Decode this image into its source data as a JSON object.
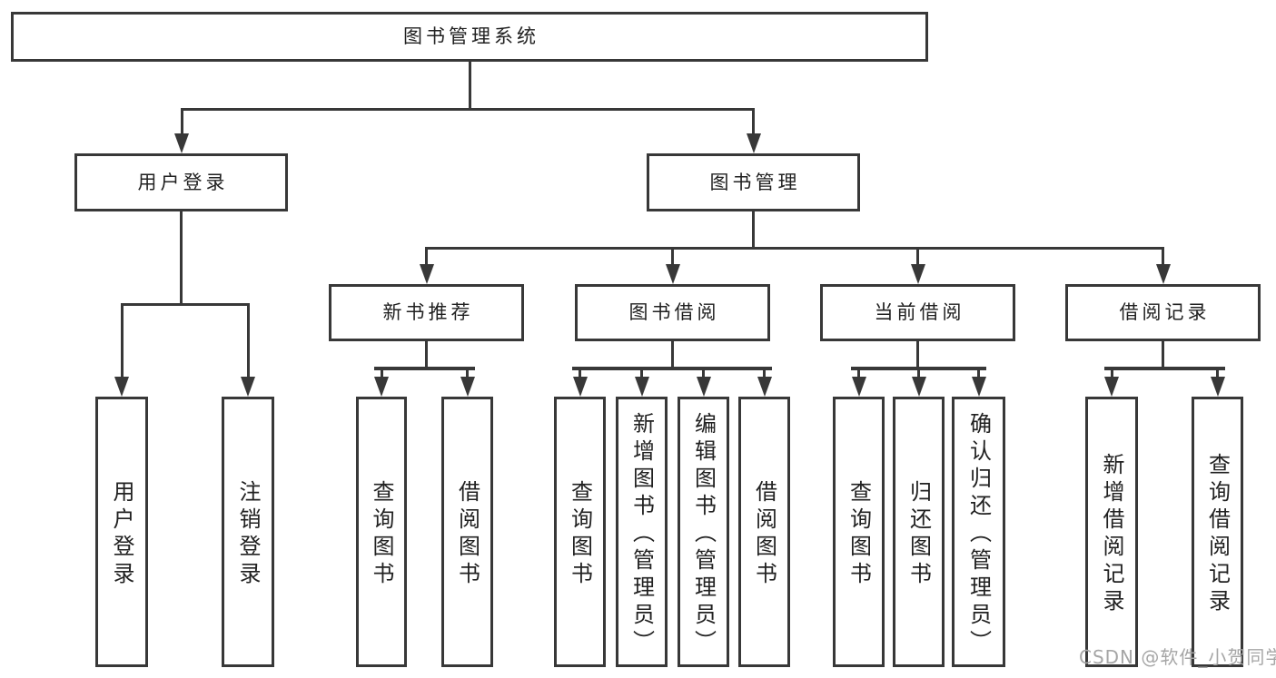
{
  "title": "图书管理系统",
  "watermark": "CSDN @软件_小贺同学",
  "colors": {
    "line": "#383838",
    "text": "#212121",
    "background": "#ffffff",
    "watermark": "#a6a6a6"
  },
  "nodes": {
    "root": "图书管理系统",
    "user_login": "用户登录",
    "book_mgmt": "图书管理",
    "new_book": "新书推荐",
    "book_borrow": "图书借阅",
    "current_borrow": "当前借阅",
    "borrow_record": "借阅记录",
    "leaves": {
      "user_login": [
        "用户登录",
        "注销登录"
      ],
      "new_book": [
        "查询图书",
        "借阅图书"
      ],
      "book_borrow": [
        "查询图书",
        "新增图书（管理员）",
        "编辑图书（管理员）",
        "借阅图书"
      ],
      "current_borrow": [
        "查询图书",
        "归还图书",
        "确认归还（管理员）"
      ],
      "borrow_record": [
        "新增借阅记录",
        "查询借阅记录"
      ]
    }
  }
}
